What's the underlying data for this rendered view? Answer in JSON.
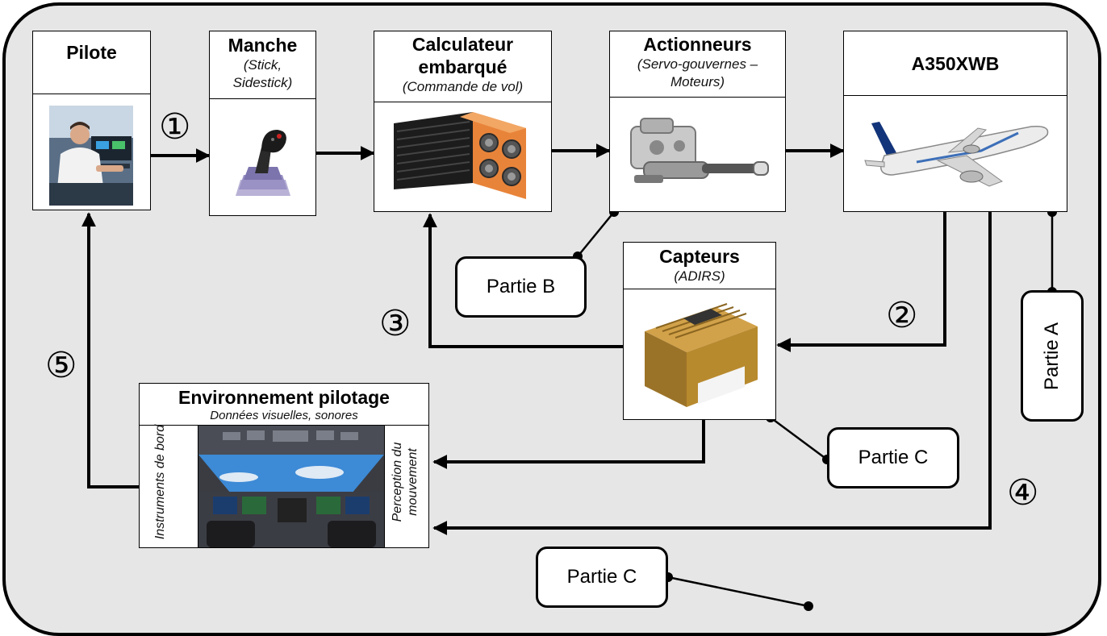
{
  "blocks": {
    "pilote": {
      "title": "Pilote"
    },
    "manche": {
      "title": "Manche",
      "subtitle": "(Stick, Sidestick)"
    },
    "calculateur": {
      "title": "Calculateur embarqué",
      "subtitle": "(Commande de vol)"
    },
    "actionneurs": {
      "title": "Actionneurs",
      "subtitle": "(Servo-gouvernes – Moteurs)"
    },
    "avion": {
      "title": "A350XWB"
    },
    "capteurs": {
      "title": "Capteurs",
      "subtitle": "(ADIRS)"
    },
    "environnement": {
      "title": "Environnement pilotage",
      "subtitle": "Données visuelles, sonores",
      "left_label": "Instruments de bord",
      "right_label": "Perception du mouvement"
    }
  },
  "tags": {
    "partie_a": "Partie A",
    "partie_b": "Partie B",
    "partie_c1": "Partie C",
    "partie_c2": "Partie C"
  },
  "markers": {
    "m1": "①",
    "m2": "②",
    "m3": "③",
    "m4": "④",
    "m5": "⑤"
  },
  "colors": {
    "background": "#e6e6e6",
    "line": "#000000",
    "computer_orange": "#e8843a",
    "sensor_gold": "#b88a2e",
    "sky_blue": "#3d8ad6"
  },
  "icons": [
    "pilot-photo",
    "joystick-icon",
    "flight-computer-icon",
    "actuator-icon",
    "airplane-icon",
    "sensor-unit-icon",
    "cockpit-photo"
  ]
}
